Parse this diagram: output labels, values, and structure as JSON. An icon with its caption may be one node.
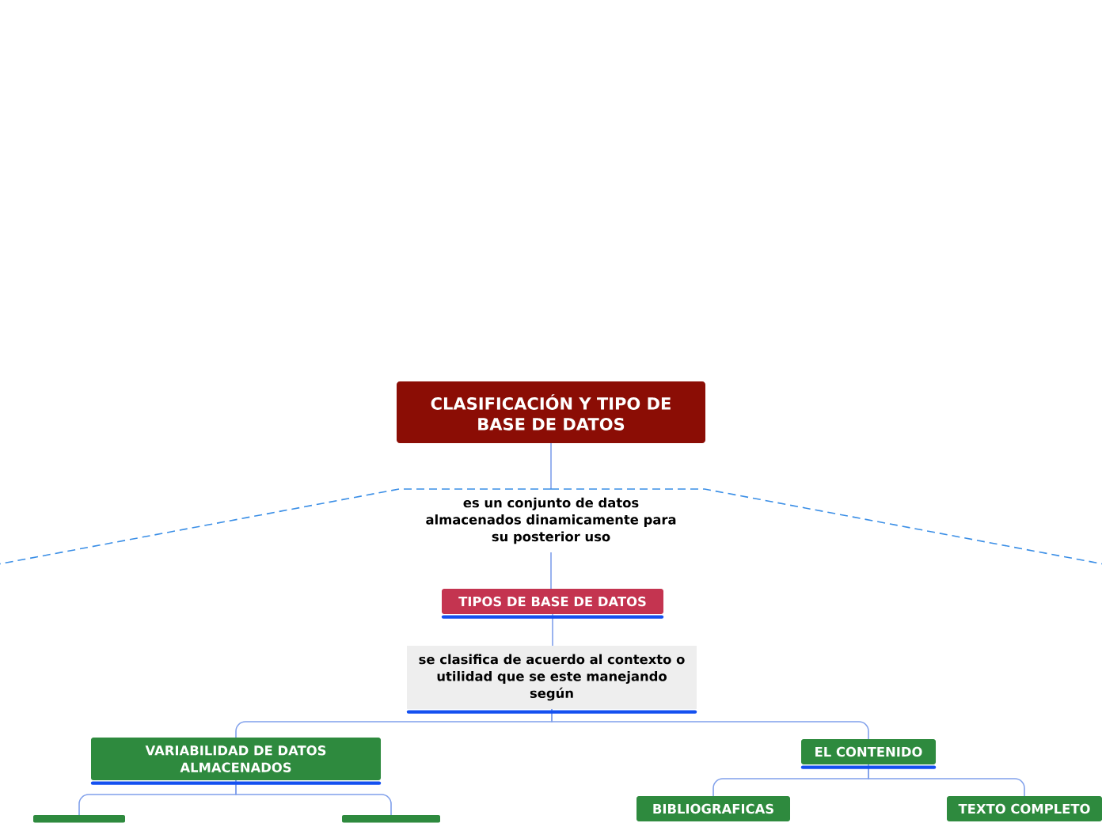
{
  "diagram": {
    "nodes": [
      {
        "text": [
          "CLASIFICACIÓN Y TIPO DE BASE DE DATOS"
        ]
      },
      {
        "text": [
          "es un conjunto de datos almacenados dinamicamente para su posterior uso"
        ]
      },
      {
        "text": [
          "TIPOS DE BASE DE DATOS"
        ]
      },
      {
        "text": [
          "se clasifica de acuerdo al contexto o utilidad que se este manejando según"
        ]
      },
      {
        "text": [
          "VARIABILIDAD DE DATOS ALMACENADOS"
        ]
      },
      {
        "text": [
          "EL CONTENIDO"
        ]
      },
      {
        "text": [
          "BIBLIOGRAFICAS"
        ]
      },
      {
        "text": [
          "TEXTO COMPLETO"
        ]
      },
      {
        "text": [],
        "shape": "box"
      },
      {
        "text": [],
        "shape": "box"
      }
    ],
    "edges": [
      {
        "from": 0,
        "to": 1,
        "arrow": "none"
      },
      {
        "from": 1,
        "to": null,
        "arrow": "none",
        "style": "dashed",
        "color": "#3a8ee6"
      },
      {
        "from": 1,
        "to": null,
        "arrow": "none",
        "style": "dashed",
        "color": "#3a8ee6"
      },
      {
        "from": 1,
        "to": 2,
        "arrow": "none"
      },
      {
        "from": 2,
        "to": 3,
        "arrow": "none"
      },
      {
        "from": 3,
        "to": 4,
        "arrow": "none"
      },
      {
        "from": 3,
        "to": 5,
        "arrow": "none"
      },
      {
        "from": 4,
        "to": 8,
        "arrow": "none"
      },
      {
        "from": 4,
        "to": 9,
        "arrow": "none"
      },
      {
        "from": 5,
        "to": 6,
        "arrow": "none"
      },
      {
        "from": 5,
        "to": 7,
        "arrow": "none"
      }
    ]
  }
}
